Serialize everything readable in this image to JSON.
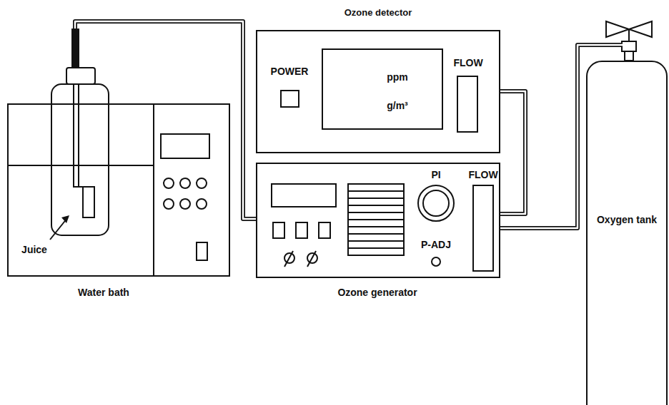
{
  "diagram": {
    "nodes": [
      {
        "text": [
          "Water bath"
        ]
      },
      {
        "text": [
          "Ozone detector"
        ]
      },
      {
        "text": [
          "ppm",
          "g/m³"
        ],
        "in": 1
      },
      {
        "text": [
          "Ozone generator"
        ]
      },
      {
        "text": [
          "Oxygen tank"
        ]
      }
    ],
    "edges": [
      {
        "from": 0,
        "to": 3,
        "arrow": "none"
      },
      {
        "from": 3,
        "to": 1,
        "arrow": "none"
      },
      {
        "from": 4,
        "to": 3,
        "arrow": "none"
      }
    ],
    "labels": [
      "Juice",
      "POWER",
      "FLOW",
      "PI",
      "FLOW",
      "P-ADJ"
    ]
  }
}
